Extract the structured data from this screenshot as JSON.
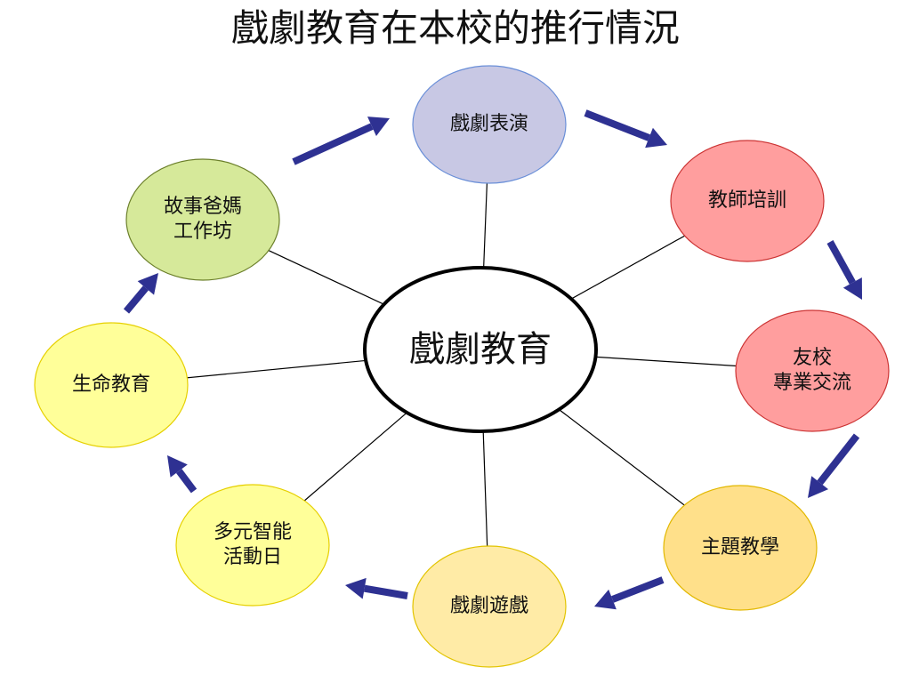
{
  "title": "戲劇教育在本校的推行情況",
  "center": {
    "label": "戲劇教育"
  },
  "nodes": [
    {
      "id": "performance",
      "lines": [
        "戲劇表演"
      ],
      "fill": "#c8c8e4",
      "stroke": "#6a8fd8"
    },
    {
      "id": "teacher-training",
      "lines": [
        "教師培訓"
      ],
      "fill": "#ff9e9e",
      "stroke": "#cc3333"
    },
    {
      "id": "school-exchange",
      "lines": [
        "友校",
        "專業交流"
      ],
      "fill": "#ff9e9e",
      "stroke": "#cc3333"
    },
    {
      "id": "thematic-teaching",
      "lines": [
        "主題教學"
      ],
      "fill": "#ffe08a",
      "stroke": "#e2b800"
    },
    {
      "id": "drama-games",
      "lines": [
        "戲劇遊戲"
      ],
      "fill": "#ffeba6",
      "stroke": "#e2c400"
    },
    {
      "id": "multiple-intelligences",
      "lines": [
        "多元智能",
        "活動日"
      ],
      "fill": "#ffff99",
      "stroke": "#e6d000"
    },
    {
      "id": "life-education",
      "lines": [
        "生命教育"
      ],
      "fill": "#ffff99",
      "stroke": "#e6d000"
    },
    {
      "id": "storytelling-parents",
      "lines": [
        "故事爸媽",
        "工作坊"
      ],
      "fill": "#d6e99a",
      "stroke": "#6b7f2a"
    }
  ],
  "colors": {
    "arrow": "#2e3192",
    "center_stroke": "#000000",
    "connector": "#000000"
  }
}
